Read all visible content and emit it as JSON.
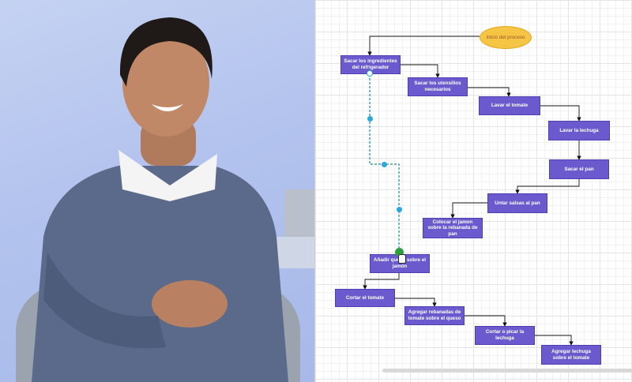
{
  "flowchart": {
    "start": {
      "label": "Inicio del proceso"
    },
    "nodes": [
      {
        "id": "n1",
        "label": "Sacar los ingredientes del refrigerador"
      },
      {
        "id": "n2",
        "label": "Sacar los utensilios necesarios"
      },
      {
        "id": "n3",
        "label": "Lavar el tomate"
      },
      {
        "id": "n4",
        "label": "Lavar la lechuga"
      },
      {
        "id": "n5",
        "label": "Sacar el pan"
      },
      {
        "id": "n6",
        "label": "Untar salsas al pan"
      },
      {
        "id": "n7",
        "label": "Colocar el jamon sobre la rebanada de pan"
      },
      {
        "id": "n8",
        "label": "Añadir queso sobre el jamón"
      },
      {
        "id": "n9",
        "label": "Cortar el tomate"
      },
      {
        "id": "n10",
        "label": "Agregar rebanadas de tomate sobre el queso"
      },
      {
        "id": "n11",
        "label": "Cortar o picar la lechuga"
      },
      {
        "id": "n12",
        "label": "Agregar lechuga sobre el tomate"
      }
    ],
    "colors": {
      "process": "#6a5acd",
      "start": "#f7c544",
      "connector": "#29a8e0",
      "target": "#2e9e3e"
    }
  }
}
